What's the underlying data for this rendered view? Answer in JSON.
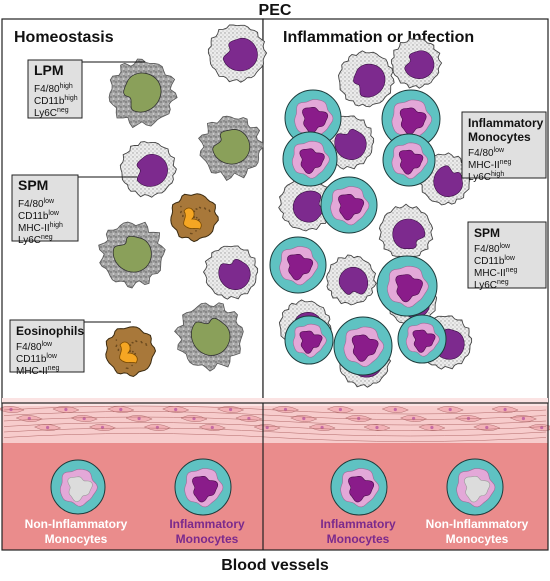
{
  "title_top": "PEC",
  "title_bottom": "Blood vessels",
  "left_panel": {
    "heading": "Homeostasis",
    "boxes": [
      {
        "name": "LPM",
        "markers": [
          {
            "base": "F4/80",
            "sup": "high"
          },
          {
            "base": "CD11b",
            "sup": "high"
          },
          {
            "base": "Ly6C",
            "sup": "neg"
          }
        ]
      },
      {
        "name": "SPM",
        "markers": [
          {
            "base": "F4/80",
            "sup": "low"
          },
          {
            "base": "CD11b",
            "sup": "low"
          },
          {
            "base": "MHC-II",
            "sup": "high"
          },
          {
            "base": "Ly6C",
            "sup": "neg"
          }
        ]
      },
      {
        "name": "Eosinophils",
        "markers": [
          {
            "base": "F4/80",
            "sup": "low"
          },
          {
            "base": "CD11b",
            "sup": "low"
          },
          {
            "base": "MHC-II",
            "sup": "neg"
          }
        ]
      }
    ]
  },
  "right_panel": {
    "heading": "Inflammation or Infection",
    "boxes": [
      {
        "name": "Inflammatory Monocytes",
        "name_lines": [
          "Inflammatory",
          "Monocytes"
        ],
        "markers": [
          {
            "base": "F4/80",
            "sup": "low"
          },
          {
            "base": "MHC-II",
            "sup": "neg"
          },
          {
            "base": "Ly6C",
            "sup": "high"
          }
        ]
      },
      {
        "name": "SPM",
        "markers": [
          {
            "base": "F4/80",
            "sup": "low"
          },
          {
            "base": "CD11b",
            "sup": "low"
          },
          {
            "base": "MHC-II",
            "sup": "neg"
          },
          {
            "base": "Ly6C",
            "sup": "neg"
          }
        ]
      }
    ]
  },
  "vessel_labels": [
    {
      "lines": [
        "Non-Inflammatory",
        "Monocytes"
      ],
      "color": "#ffffff"
    },
    {
      "lines": [
        "Inflammatory",
        "Monocytes"
      ],
      "color": "#7b2a8c"
    },
    {
      "lines": [
        "Inflammatory",
        "Monocytes"
      ],
      "color": "#7b2a8c"
    },
    {
      "lines": [
        "Non-Inflammatory",
        "Monocytes"
      ],
      "color": "#ffffff"
    }
  ],
  "colors": {
    "lpm_gray": "#9a9a9a",
    "lpm_nucleus": "#8aa05a",
    "spm_stipple": "#e4e4e4",
    "spm_nucleus": "#7d2a8e",
    "eos_body": "#a8783a",
    "eos_granule": "#f5a623",
    "monocyte_teal": "#5fc2c2",
    "monocyte_pink": "#e3a8d8",
    "box_fill": "#e0e0e0",
    "endothelium": "#f6c9c9",
    "vessel": "#ea8a8a"
  }
}
